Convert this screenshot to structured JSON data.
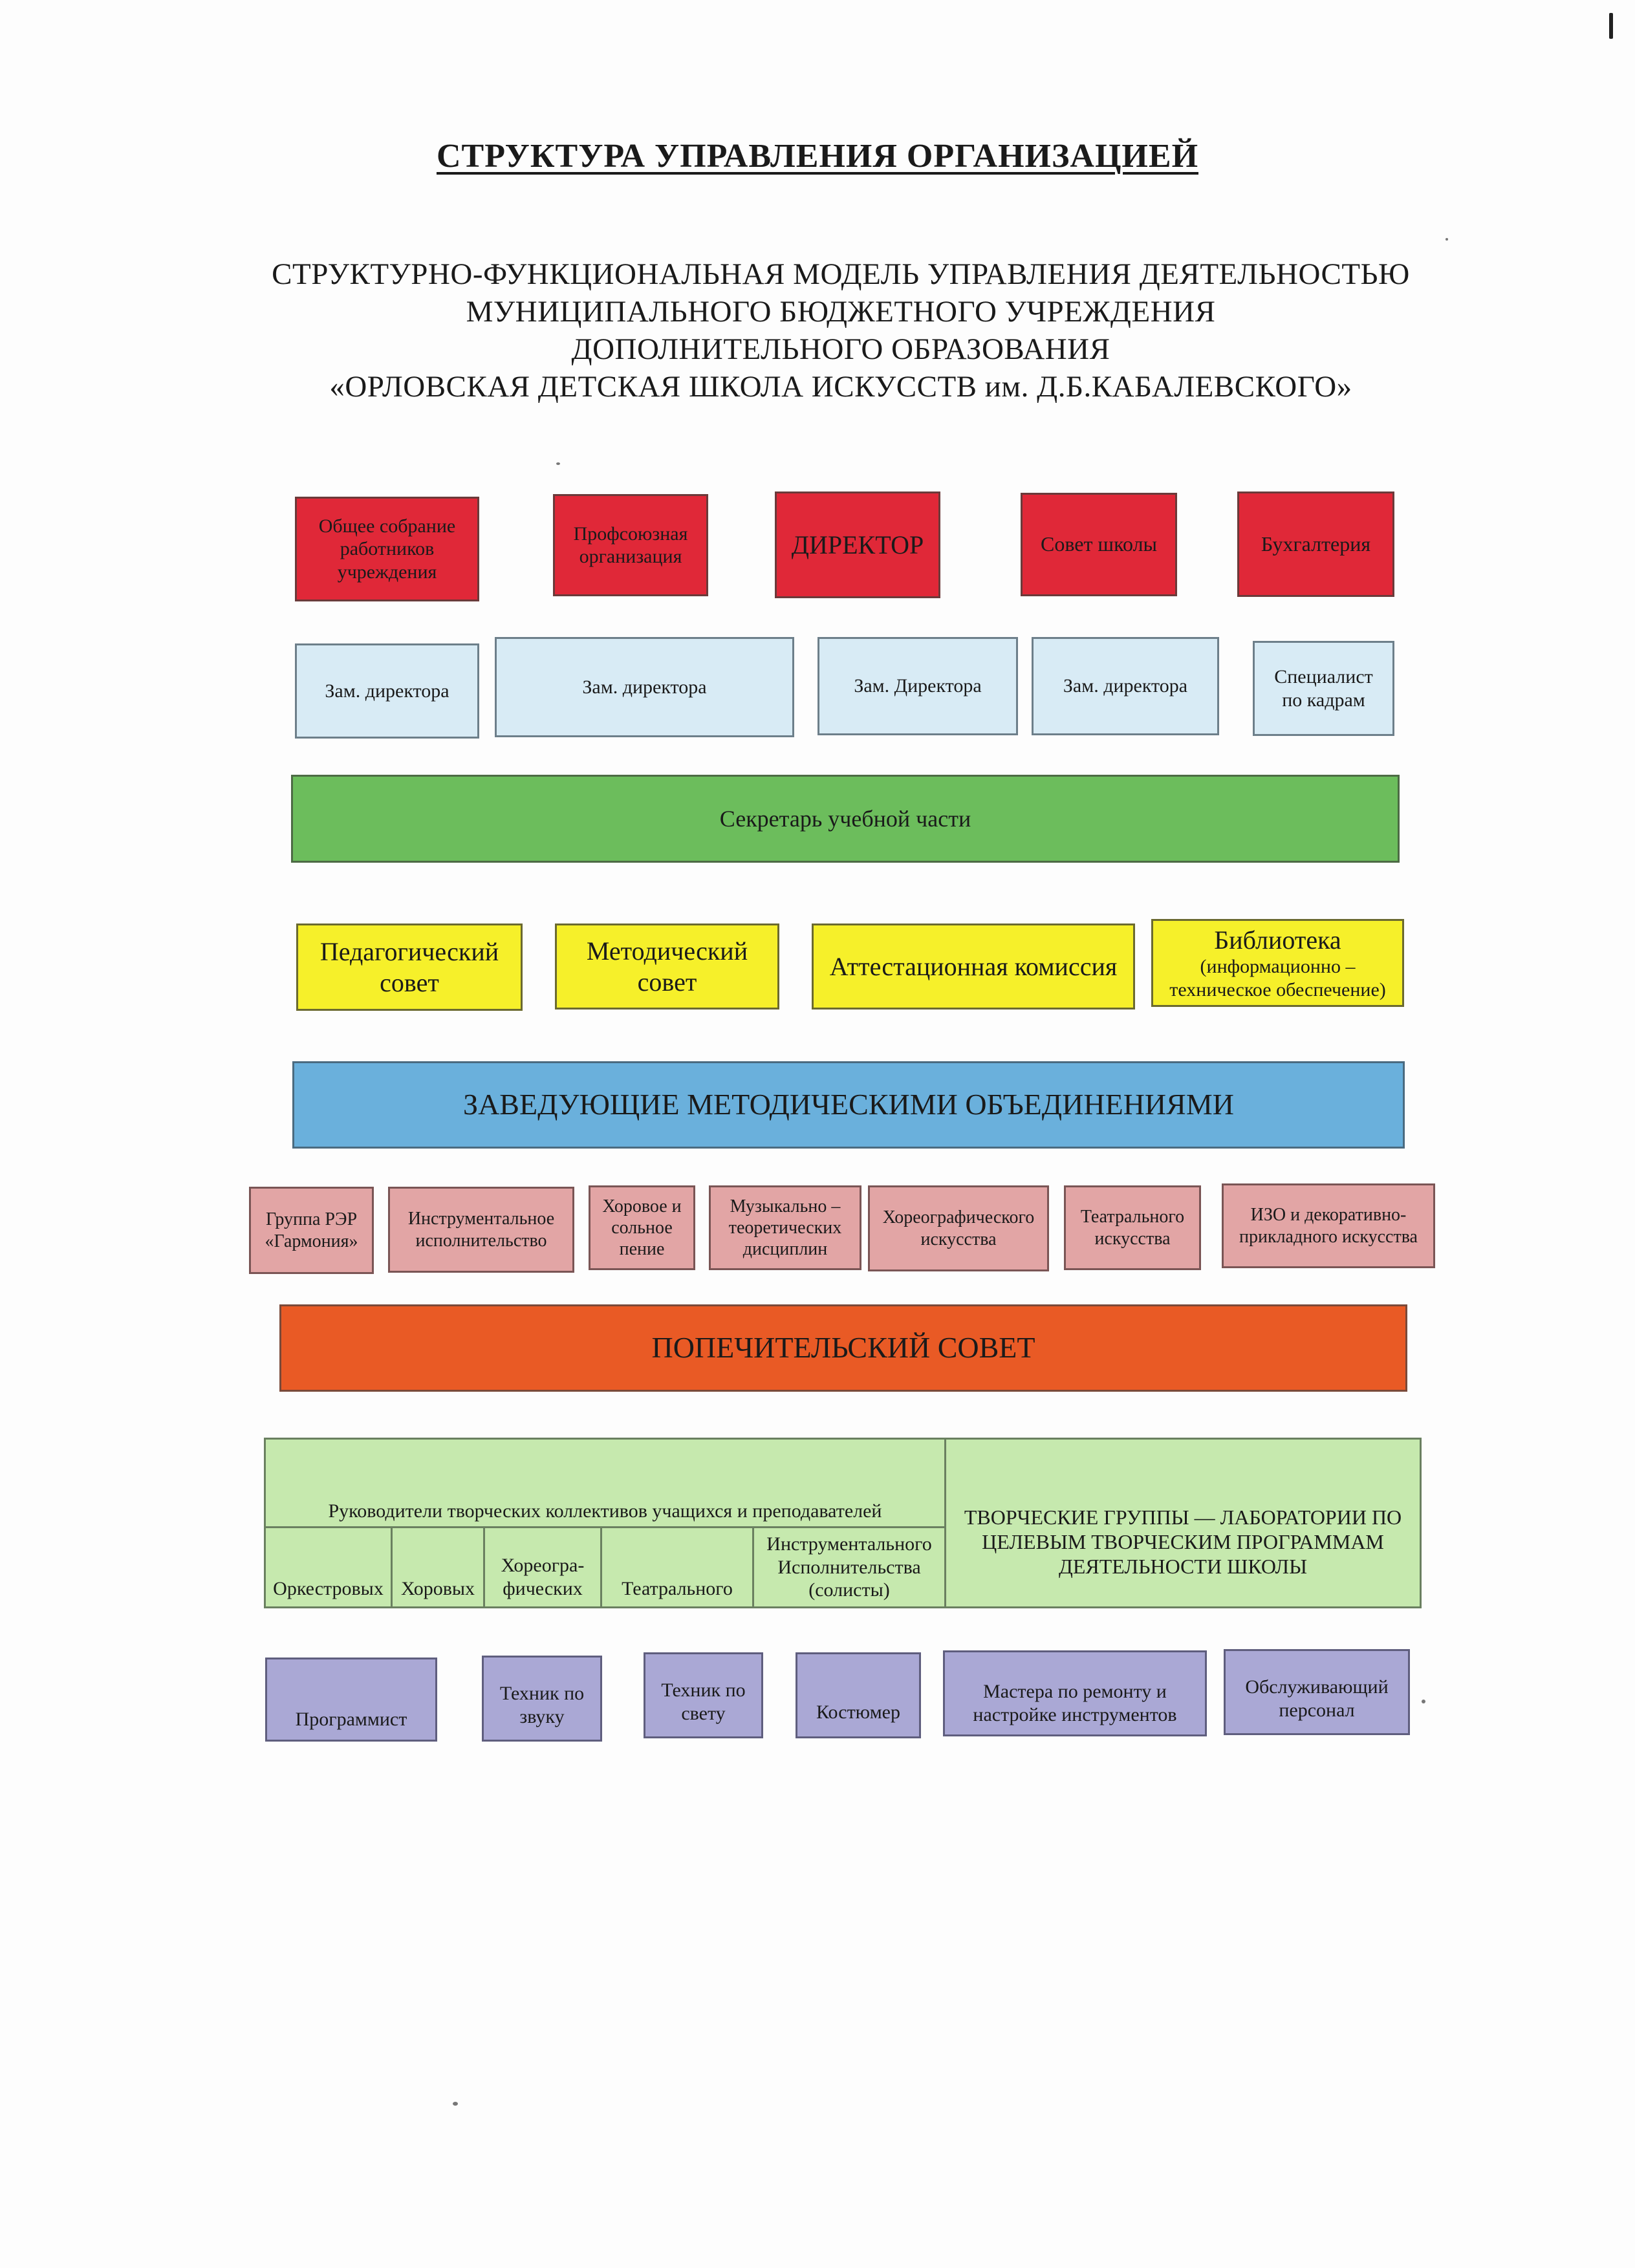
{
  "title": "СТРУКТУРА УПРАВЛЕНИЯ ОРГАНИЗАЦИЕЙ",
  "subtitle": {
    "line1": "СТРУКТУРНО-ФУНКЦИОНАЛЬНАЯ МОДЕЛЬ УПРАВЛЕНИЯ ДЕЯТЕЛЬНОСТЬЮ",
    "line2": "МУНИЦИПАЛЬНОГО БЮДЖЕТНОГО УЧРЕЖДЕНИЯ",
    "line3": "ДОПОЛНИТЕЛЬНОГО ОБРАЗОВАНИЯ",
    "line4": "«ОРЛОВСКАЯ ДЕТСКАЯ ШКОЛА ИСКУССТВ им. Д.Б.КАБАЛЕВСКОГО»"
  },
  "row_top": {
    "general_meeting": "Общее собрание работников учреждения",
    "trade_union": "Профсоюзная организация",
    "director": "ДИРЕКТОР",
    "school_council": "Совет школы",
    "accounting": "Бухгалтерия"
  },
  "row_deputies": {
    "deputy1": "Зам. директора",
    "deputy2": "Зам. директора",
    "deputy3": "Зам. Директора",
    "deputy4": "Зам. директора",
    "hr_specialist": "Специалист по кадрам"
  },
  "secretary": "Секретарь учебной части",
  "row_councils": {
    "pedagogical": "Педагогический совет",
    "methodical": "Методический совет",
    "attestation": "Аттестационная комиссия",
    "library_title": "Библиотека",
    "library_sub": "(информационно – техническое обеспечение)"
  },
  "heads_of_methodical_units": "ЗАВЕДУЮЩИЕ МЕТОДИЧЕСКИМИ ОБЪЕДИНЕНИЯМИ",
  "methodical_units": {
    "u1": "Группа РЭР «Гармония»",
    "u2": "Инструментальное исполнительство",
    "u3": "Хоровое и сольное пение",
    "u4": "Музыкально – теоретических дисциплин",
    "u5": "Хореографического искусства",
    "u6": "Театрального искусства",
    "u7": "ИЗО и декоративно-прикладного искусства"
  },
  "board_of_trustees": "ПОПЕЧИТЕЛЬСКИЙ СОВЕТ",
  "creative": {
    "leaders_header": "Руководители творческих коллективов учащихся и преподавателей",
    "c1": "Оркестровых",
    "c2": "Хоровых",
    "c3": "Хореогра-фических",
    "c4": "Театрального",
    "c5": "Инструментального Исполнительства (солисты)",
    "groups": "ТВОРЧЕСКИЕ ГРУППЫ — ЛАБОРАТОРИИ ПО ЦЕЛЕВЫМ ТВОРЧЕСКИМ ПРОГРАММАМ ДЕЯТЕЛЬНОСТИ ШКОЛЫ"
  },
  "staff": {
    "programmer": "Программист",
    "sound_tech": "Техник по звуку",
    "light_tech": "Техник по свету",
    "costumer": "Костюмер",
    "instrument_masters": "Мастера по ремонту и настройке инструментов",
    "service_staff": "Обслуживающий персонал"
  },
  "colors": {
    "red": "#e02838",
    "light_blue": "#d8ebf5",
    "green": "#6cbd5c",
    "yellow": "#f6f02a",
    "blue": "#6ab0dc",
    "pink": "#e2a5a5",
    "orange": "#e95a25",
    "light_green": "#c6e9ae",
    "purple": "#aaa8d5"
  }
}
